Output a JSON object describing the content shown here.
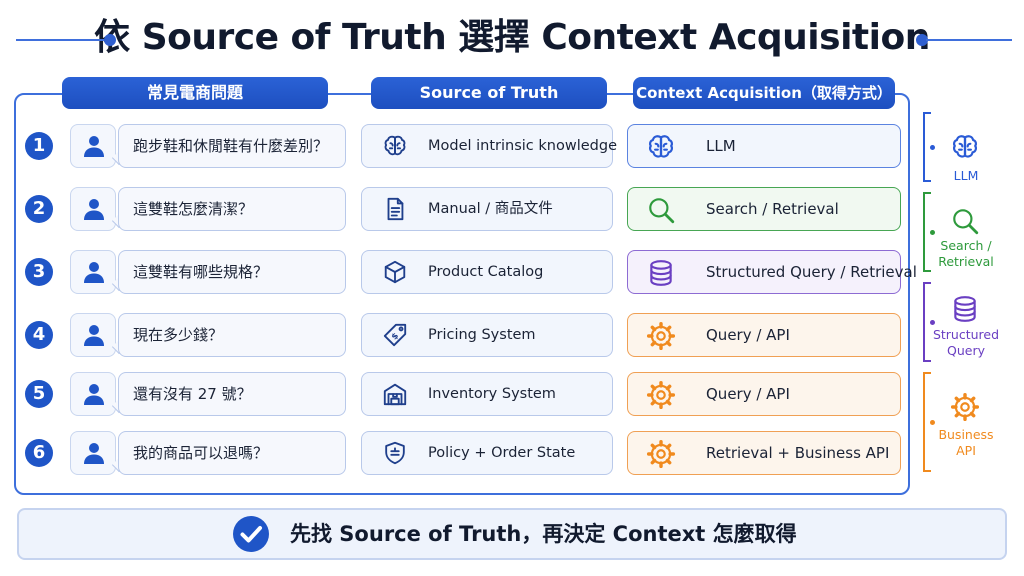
{
  "title": "依 Source of Truth 選擇 Context Acquisition",
  "headers": {
    "question": "常見電商問題",
    "source": "Source of Truth",
    "context": "Context Acquisition（取得方式）"
  },
  "rows": [
    {
      "num": "1",
      "question": "跑步鞋和休閒鞋有什麼差別？",
      "source": "Model intrinsic knowledge",
      "source_icon": "brain-icon",
      "context": "LLM",
      "context_icon": "brain-icon",
      "context_type": "llm"
    },
    {
      "num": "2",
      "question": "這雙鞋怎麼清潔？",
      "source": "Manual / 商品文件",
      "source_icon": "document-icon",
      "context": "Search / Retrieval",
      "context_icon": "search-icon",
      "context_type": "search"
    },
    {
      "num": "3",
      "question": "這雙鞋有哪些規格？",
      "source": "Product Catalog",
      "source_icon": "cube-icon",
      "context": "Structured Query / Retrieval",
      "context_icon": "database-icon",
      "context_type": "structured"
    },
    {
      "num": "4",
      "question": "現在多少錢？",
      "source": "Pricing System",
      "source_icon": "price-tag-icon",
      "context": "Query / API",
      "context_icon": "gear-icon",
      "context_type": "api"
    },
    {
      "num": "5",
      "question": "還有沒有 27 號？",
      "source": "Inventory System",
      "source_icon": "warehouse-icon",
      "context": "Query / API",
      "context_icon": "gear-icon",
      "context_type": "api"
    },
    {
      "num": "6",
      "question": "我的商品可以退嗎？",
      "source": "Policy + Order State",
      "source_icon": "shield-icon",
      "context": "Retrieval + Business API",
      "context_icon": "gear-icon",
      "context_type": "api"
    }
  ],
  "legend": [
    {
      "label_lines": [
        "LLM"
      ],
      "icon": "brain-icon",
      "color": "#2a5bd6"
    },
    {
      "label_lines": [
        "Search /",
        "Retrieval"
      ],
      "icon": "search-icon",
      "color": "#2e9a3c"
    },
    {
      "label_lines": [
        "Structured",
        "Query"
      ],
      "icon": "database-icon",
      "color": "#6a3fc2"
    },
    {
      "label_lines": [
        "Business",
        "API"
      ],
      "icon": "gear-icon",
      "color": "#f08a1e"
    }
  ],
  "banner": {
    "icon": "check-circle-icon",
    "text": "先找 Source of Truth，再決定 Context 怎麼取得"
  },
  "colors": {
    "primary_blue": "#1f55c7",
    "llm": "#2a5bd6",
    "search": "#2e9a3c",
    "structured": "#6a3fc2",
    "api": "#f08a1e"
  }
}
